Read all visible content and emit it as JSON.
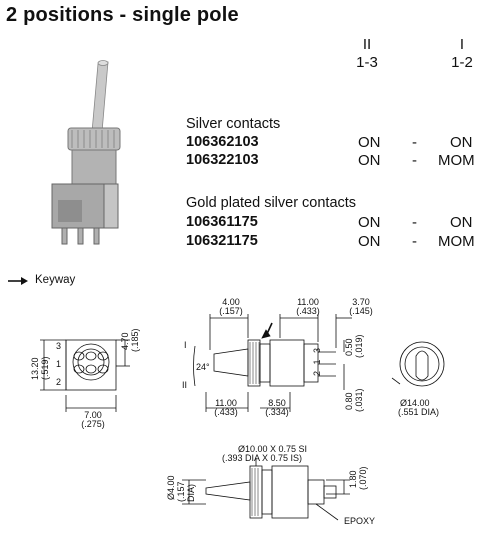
{
  "title": "2 positions - single pole",
  "header": {
    "col1_pos": "II",
    "col1_pins": "1-3",
    "col2_pos": "I",
    "col2_pins": "1-2"
  },
  "silver": {
    "heading": "Silver contacts",
    "rows": [
      {
        "part": "106362103",
        "a": "ON",
        "dash": "-",
        "b": "ON"
      },
      {
        "part": "106322103",
        "a": "ON",
        "dash": "-",
        "b": "MOM"
      }
    ]
  },
  "gold": {
    "heading": "Gold plated silver contacts",
    "rows": [
      {
        "part": "106361175",
        "a": "ON",
        "dash": "-",
        "b": "ON"
      },
      {
        "part": "106321175",
        "a": "ON",
        "dash": "-",
        "b": "MOM"
      }
    ]
  },
  "legend": {
    "keyway": "Keyway"
  },
  "drawing": {
    "d_400": "4.00",
    "d_400i": "(.157)",
    "d_1100": "11.00",
    "d_1100i": "(.433)",
    "d_370": "3.70",
    "d_370i": "(.145)",
    "d_470": "4.70",
    "d_470i": "(.185)",
    "d_1320": "13.20",
    "d_1320i": "(.519)",
    "d_050": "0.50",
    "d_050i": "(.019)",
    "d_080": "0.80",
    "d_080i": "(.031)",
    "d_700": "7.00",
    "d_700i": "(.275)",
    "d_1100b": "11.00",
    "d_1100bi": "(.433)",
    "d_850": "8.50",
    "d_850i": "(.334)",
    "d_1400": "Ø14.00",
    "d_1400i": "(.551 DIA)",
    "angle": "24°",
    "pin3": "3",
    "pin1": "1",
    "pin2": "2",
    "pos_I": "I",
    "pos_II": "II",
    "side_pins": "2 1 3",
    "thread1": "Ø10.00 X 0.75 SI",
    "thread2": "(.393 DIA X 0.75 IS)",
    "d_400b": "Ø4.00",
    "d_400bi": "(.157 DIA)",
    "d_180": "1.80",
    "d_180i": "(.070)",
    "epoxy": "EPOXY"
  }
}
